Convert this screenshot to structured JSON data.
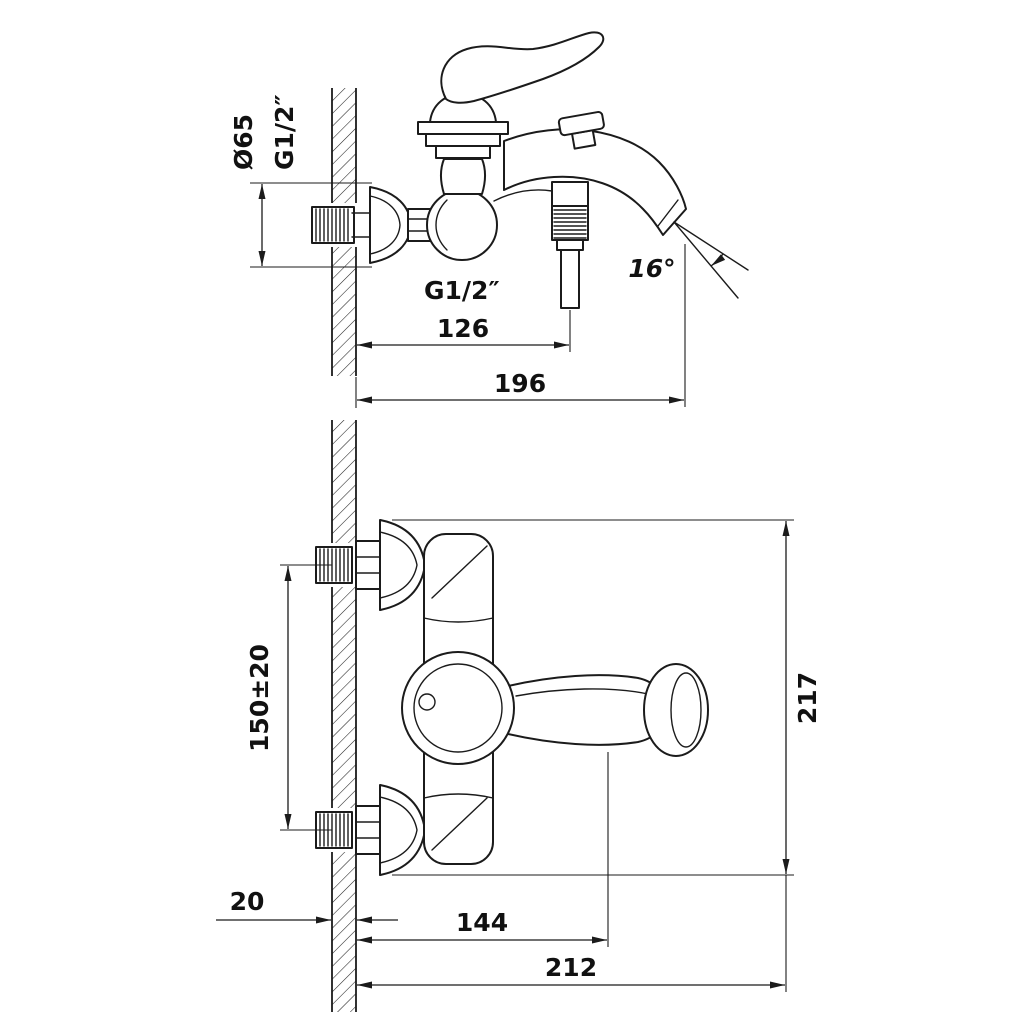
{
  "colors": {
    "line": "#1b1b1b",
    "background": "#ffffff"
  },
  "side_view": {
    "dim_flange_diameter": "Ø65",
    "dim_wall_thread": "G1/2″",
    "dim_hose_thread": "G1/2″",
    "dim_hose_offset": "126",
    "dim_spout_reach": "196",
    "dim_spout_angle": "16°"
  },
  "front_view": {
    "dim_connection_spacing": "150±20",
    "dim_overall_height": "217",
    "dim_wall_thickness": "20",
    "dim_handle_reach": "144",
    "dim_overall_reach": "212"
  }
}
